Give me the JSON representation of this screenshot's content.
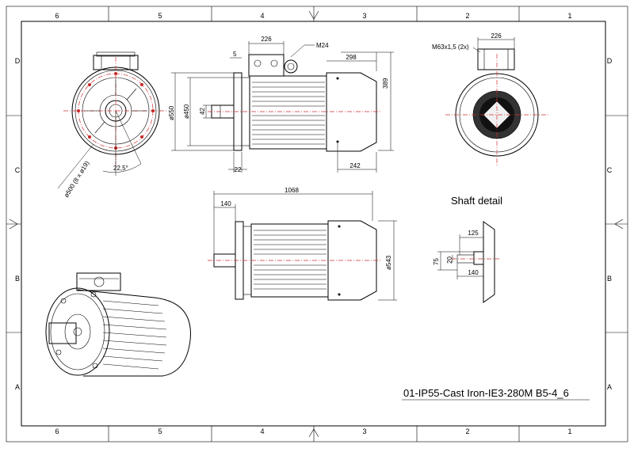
{
  "frame": {
    "columns": [
      "6",
      "5",
      "4",
      "3",
      "2",
      "1"
    ],
    "rows": [
      "D",
      "C",
      "B",
      "A"
    ]
  },
  "title_block": {
    "drawing_title": "01-IP55-Cast Iron-IE3-280M B5-4_6"
  },
  "section": {
    "shaft_detail": "Shaft detail"
  },
  "dimensions": {
    "terminal_box_width_top": "226",
    "thread": "M24",
    "offset_5": "5",
    "length_298": "298",
    "height_389": "389",
    "flange_550": "ø550",
    "spigot_450": "ø450",
    "shaft_42": "42",
    "flange_22": "22",
    "length_242": "242",
    "cable_gland": "M63x1,5 (2x)",
    "terminal_box_width_right": "226",
    "bolt_circle": "ø500 (8 x ø19)",
    "angle": "22,5°",
    "overall_length": "1068",
    "shaft_140": "140",
    "frame_543": "ø543",
    "shaft_125": "125",
    "shaft_75": "75",
    "shaft_20": "20",
    "shaft_140_detail": "140"
  }
}
